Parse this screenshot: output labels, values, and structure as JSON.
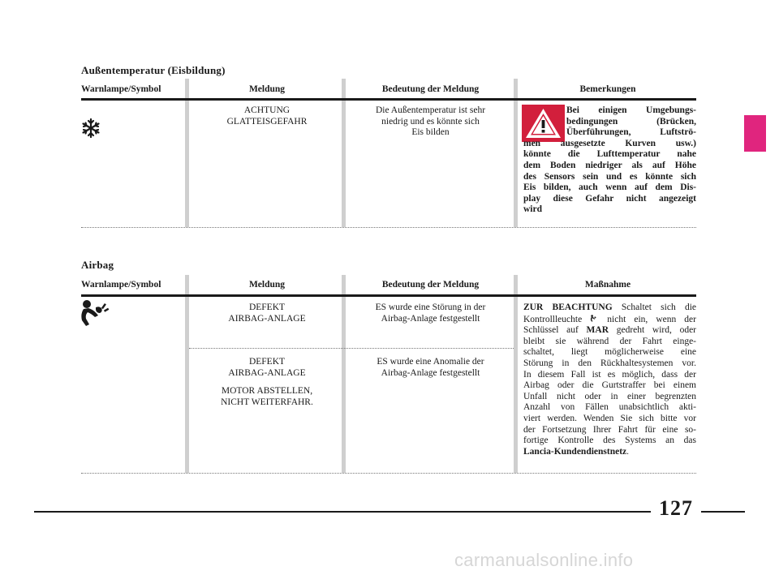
{
  "section1": {
    "title": "Außentemperatur (Eisbildung)",
    "headers": {
      "symbol": "Warnlampe/Symbol",
      "message": "Meldung",
      "meaning": "Bedeutung der Meldung",
      "remarks": "Bemerkungen"
    },
    "symbol_icon": "snowflake-icon",
    "message": [
      "ACHTUNG",
      "GLATTEISGEFAHR"
    ],
    "meaning": [
      "Die Außentemperatur ist sehr",
      "niedrig und es könnte sich",
      "Eis bilden"
    ],
    "remarks_icon": "warning-triangle-icon",
    "remarks_lines": [
      "Bei einigen Umgebungs-",
      "bedingungen (Brücken,",
      "Überführungen, Luftströ-",
      "men ausgesetzte Kurven usw.)",
      "könnte die Lufttemperatur nahe",
      "dem Boden niedriger als auf Höhe",
      "des Sensors sein und es könnte sich",
      "Eis bilden, auch wenn auf dem Dis-",
      "play diese Gefahr nicht angezeigt",
      "wird"
    ]
  },
  "section2": {
    "title": "Airbag",
    "headers": {
      "symbol": "Warnlampe/Symbol",
      "message": "Meldung",
      "meaning": "Bedeutung der Meldung",
      "action": "Maßnahme"
    },
    "symbol_icon": "airbag-icon",
    "row1": {
      "message": [
        "DEFEKT",
        "AIRBAG-ANLAGE"
      ],
      "meaning": [
        "ES wurde eine Störung in der",
        "Airbag-Anlage festgestellt"
      ]
    },
    "row2": {
      "message": [
        "DEFEKT",
        "AIRBAG-ANLAGE"
      ],
      "message_extra": [
        "MOTOR ABSTELLEN,",
        "NICHT WEITERFAHR."
      ],
      "meaning": [
        "ES wurde eine Anomalie der",
        "Airbag-Anlage festgestellt"
      ]
    },
    "action": {
      "lead_bold": "ZUR BEACHTUNG",
      "first_line_rest_a": " Schaltet sich die",
      "line2_a": "Kontrollleuchte ",
      "line2_b": " nicht ein, wenn der",
      "line3_a": "Schlüssel auf ",
      "line3_bold": "MAR",
      "line3_b": " gedreht wird, oder",
      "lines": [
        "bleibt sie während der Fahrt einge-",
        "schaltet, liegt möglicherweise eine",
        "Störung in den Rückhaltesystemen vor.",
        "In diesem Fall ist es möglich, dass der",
        "Airbag oder die Gurtstraffer bei einem",
        "Unfall nicht oder in einer begrenzten",
        "Anzahl von Fällen unabsichtlich akti-",
        "viert werden. Wenden Sie sich bitte vor",
        "der Fortsetzung Ihrer Fahrt für eine so-",
        "fortige Kontrolle des Systems an das"
      ],
      "last_bold": "Lancia-Kundendienstnetz",
      "last_rest": "."
    }
  },
  "page_number": "127",
  "watermark": "carmanualsonline.info",
  "colors": {
    "tab": "#e0257e",
    "warning": "#d21f3c"
  }
}
